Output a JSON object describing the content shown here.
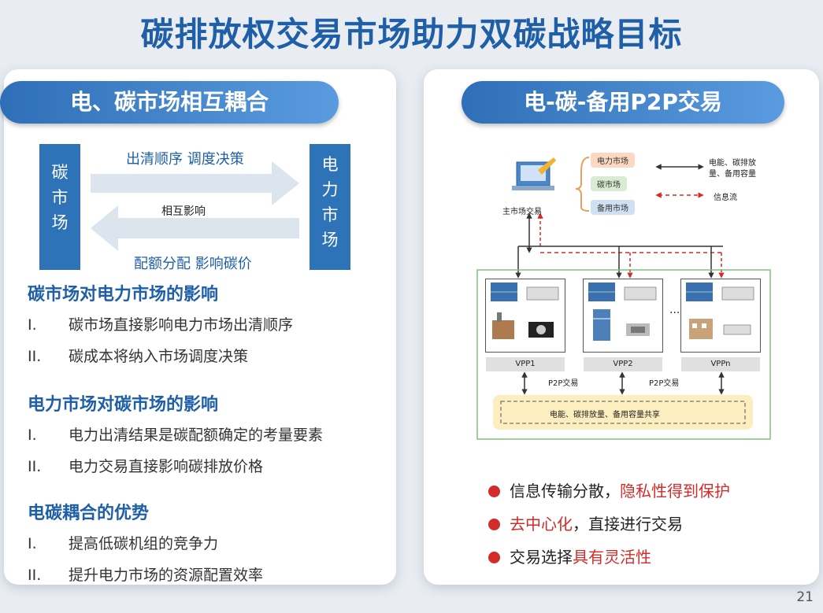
{
  "title": "碳排放权交易市场助力双碳战略目标",
  "left": {
    "header": "电、碳市场相互耦合",
    "carbon_box": [
      "碳",
      "市",
      "场"
    ],
    "power_box": [
      "电",
      "力",
      "市",
      "场"
    ],
    "arrow_top": "出清顺序 调度决策",
    "arrow_mid": "相互影响",
    "arrow_bottom": "配额分配 影响碳价",
    "sections": [
      {
        "title": "碳市场对电力市场的影响",
        "items": [
          {
            "num": "I.",
            "text": "碳市场直接影响电力市场出清顺序"
          },
          {
            "num": "II.",
            "text": "碳成本将纳入市场调度决策"
          }
        ]
      },
      {
        "title": "电力市场对碳市场的影响",
        "items": [
          {
            "num": "I.",
            "text": "电力出清结果是碳配额确定的考量要素"
          },
          {
            "num": "II.",
            "text": "电力交易直接影响碳排放价格"
          }
        ]
      },
      {
        "title": "电碳耦合的优势",
        "items": [
          {
            "num": "I.",
            "text": "提高低碳机组的竞争力"
          },
          {
            "num": "II.",
            "text": "提升电力市场的资源配置效率"
          }
        ]
      }
    ]
  },
  "right": {
    "header": "电-碳-备用P2P交易",
    "diagram": {
      "main_label": "主市场交易",
      "markets": [
        "电力市场",
        "碳市场",
        "备用市场"
      ],
      "legend_solid": [
        "电能、碳排放",
        "量、备用容量"
      ],
      "legend_dashed": "信息流",
      "vpps": [
        "VPP1",
        "VPP2",
        "VPPn"
      ],
      "dots": "···",
      "p2p_label": "P2P交易",
      "shared_pool": "电能、碳排放量、备用容量共享"
    },
    "bullets": [
      {
        "plain": "信息传输分散，",
        "highlight": "隐私性得到保护",
        "tail": ""
      },
      {
        "plain": "",
        "highlight": "去中心化",
        "tail": "，直接进行交易"
      },
      {
        "plain": "交易选择",
        "highlight": "具有灵活性",
        "tail": ""
      }
    ]
  },
  "page_number": "21",
  "colors": {
    "accent_blue": "#2e73b8",
    "title_blue": "#1f5fa8",
    "highlight_red": "#d42a2a"
  }
}
